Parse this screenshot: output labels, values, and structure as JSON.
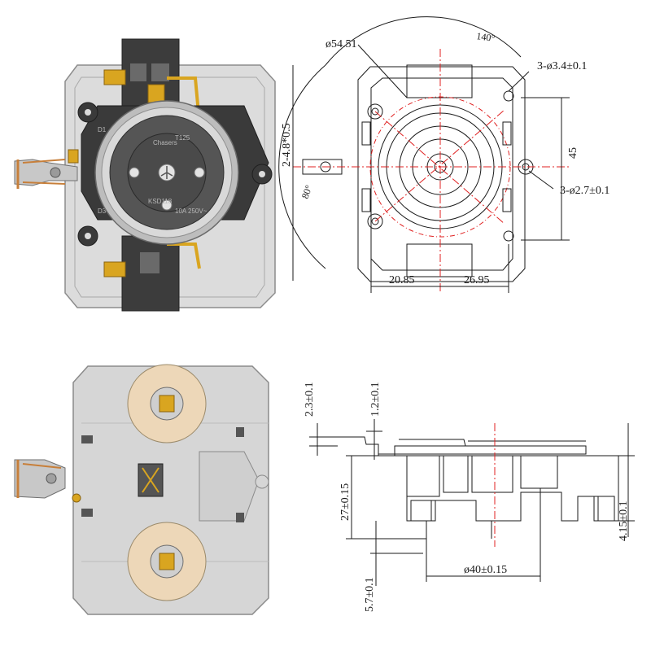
{
  "drawing": {
    "top_view": {
      "dimensions": {
        "mount_circle": "ø54.51",
        "angle": "140°",
        "holes_large": "3-ø3.4±0.1",
        "holes_small": "3-ø2.7±0.1",
        "slots": "2-4.8*0.5",
        "angle_80": "80°",
        "height_45": "45",
        "left_offset": "20.85",
        "right_offset": "26.95"
      }
    },
    "side_view": {
      "dimensions": {
        "d_2_3": "2.3±0.1",
        "d_1_2": "1.2±0.1",
        "d_27": "27±0.15",
        "d_5_7": "5.7±0.1",
        "d_4_15": "4.15±0.1",
        "d_40": "ø40±0.15"
      }
    },
    "photo_front": {
      "brand": "Chasers",
      "model": "KSD118",
      "marks": [
        "D1",
        "D3",
        "T125",
        "10A 250V~"
      ]
    }
  },
  "colors": {
    "line": "#1a1a1a",
    "centerline": "#e02020",
    "metal_plate": "#d9d9d9",
    "dark_plastic": "#3a3a3a",
    "brass": "#d9a520",
    "contact_copper": "#c77f3a"
  }
}
